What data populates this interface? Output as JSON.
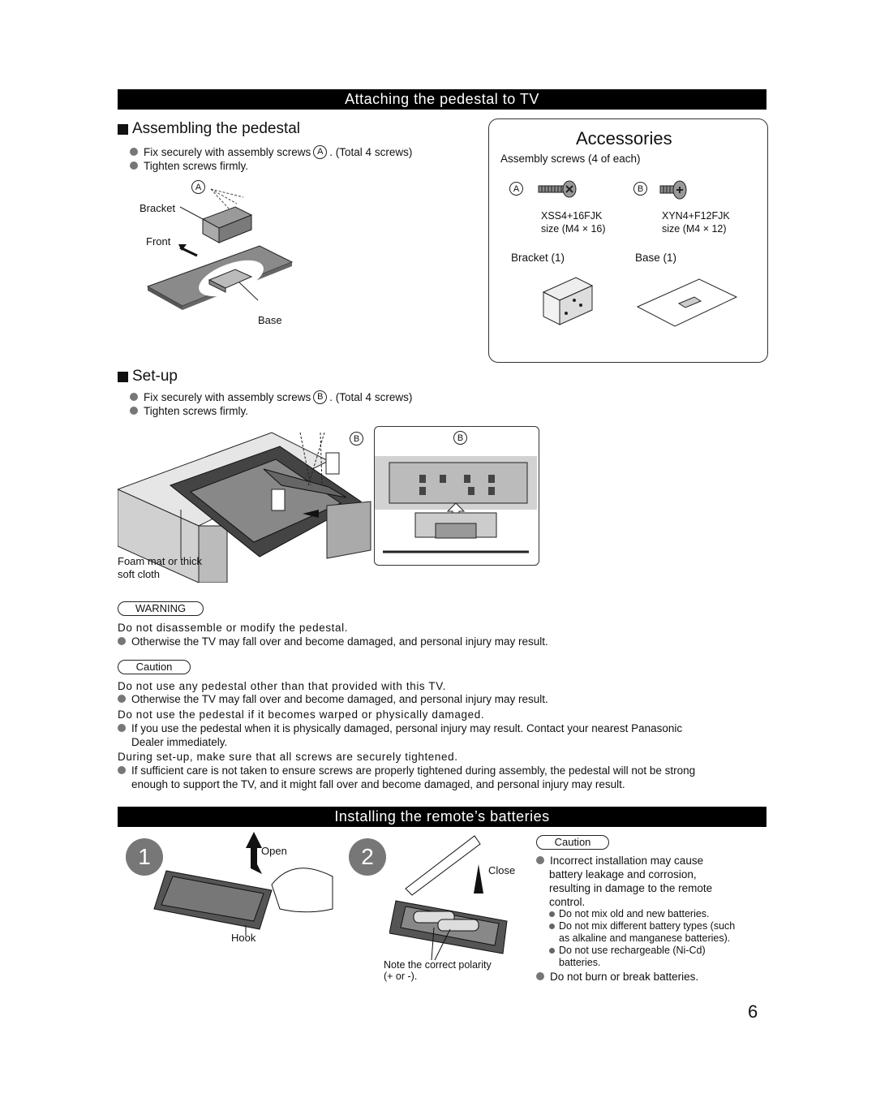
{
  "section1": {
    "title": "Attaching the pedestal to TV"
  },
  "assembling": {
    "heading": "Assembling the pedestal",
    "bullet1_pre": "Fix securely with assembly screws",
    "bullet1_mark": "A",
    "bullet1_post": ". (Total 4 screws)",
    "bullet2": "Tighten screws firmly.",
    "fig": {
      "mark": "A",
      "bracket": "Bracket",
      "front": "Front",
      "base": "Base"
    }
  },
  "accessories": {
    "title": "Accessories",
    "screws_label": "Assembly screws (4 of each)",
    "screw_a": {
      "mark": "A",
      "code": "XSS4+16FJK",
      "size": "size (M4 × 16)"
    },
    "screw_b": {
      "mark": "B",
      "code": "XYN4+F12FJK",
      "size": "size (M4 × 12)"
    },
    "bracket": "Bracket (1)",
    "base": "Base (1)"
  },
  "setup": {
    "heading": "Set-up",
    "bullet1_pre": "Fix securely with assembly screws",
    "bullet1_mark": "B",
    "bullet1_post": ". (Total 4 screws)",
    "bullet2": "Tighten screws firmly.",
    "fig": {
      "mark": "B",
      "foam_line1": "Foam mat or thick",
      "foam_line2": "soft cloth"
    }
  },
  "warning": {
    "label": "WARNING",
    "text": "Do not disassemble or modify the pedestal.",
    "bullet": "Otherwise the TV may fall over and become damaged, and personal injury may result."
  },
  "caution": {
    "label": "Caution",
    "t1": "Do not use any pedestal other than that provided with this TV.",
    "b1": "Otherwise the TV may fall over and become damaged, and personal injury may result.",
    "t2": "Do not use the pedestal if it becomes warped or physically damaged.",
    "b2_line1": "If you use the pedestal when it is physically damaged, personal injury may result. Contact your nearest Panasonic",
    "b2_line2": "Dealer immediately.",
    "t3": "During set-up, make sure that all screws are securely tightened.",
    "b3_line1": "If sufficient care is not taken to ensure screws are properly tightened during assembly, the pedestal will not be strong",
    "b3_line2": "enough to support the TV, and it might fall over and become damaged, and personal injury may result."
  },
  "section2": {
    "title": "Installing the remote’s batteries"
  },
  "remote": {
    "step1": "1",
    "step2": "2",
    "open": "Open",
    "hook": "Hook",
    "close": "Close",
    "polarity_line1": "Note the correct polarity",
    "polarity_line2": "(+ or -).",
    "caution_label": "Caution",
    "c1_line1": "Incorrect installation may cause",
    "c1_line2": "battery leakage and corrosion,",
    "c1_line3": "resulting in damage to the remote",
    "c1_line4": "control.",
    "s1": "Do not mix old and new batteries.",
    "s2_line1": "Do not mix different battery types (such",
    "s2_line2": "as alkaline and manganese batteries).",
    "s3_line1": "Do not use rechargeable (Ni-Cd)",
    "s3_line2": "batteries.",
    "c2": "Do not burn or break batteries."
  },
  "page_number": "6"
}
